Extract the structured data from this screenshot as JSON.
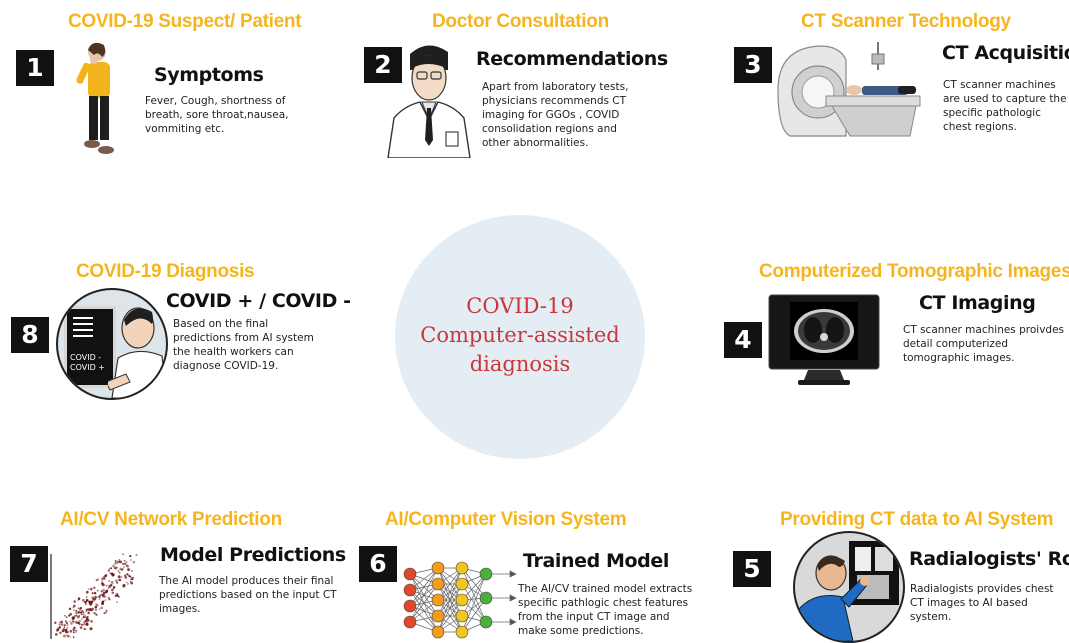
{
  "center": {
    "line1": "COVID-19",
    "line2": "Computer-assisted",
    "line3": "diagnosis"
  },
  "steps": [
    {
      "number": "1",
      "header": "COVID-19 Suspect/ Patient",
      "title": "Symptoms",
      "description": "Fever, Cough, shortness of breath, sore throat,nausea, vommiting etc."
    },
    {
      "number": "2",
      "header": "Doctor Consultation",
      "title": "Recommendations",
      "description": "Apart from laboratory tests, physicians recommends CT imaging for GGOs , COVID consolidation regions and other abnormalities."
    },
    {
      "number": "3",
      "header": "CT Scanner Technology",
      "title": "CT Acquisition",
      "description": "CT scanner machines are used to capture the specific pathologic chest regions."
    },
    {
      "number": "4",
      "header": "Computerized Tomographic Images",
      "title": "CT Imaging",
      "description": "CT scanner machines proivdes detail computerized tomographic images."
    },
    {
      "number": "5",
      "header": "Providing CT data to AI System",
      "title": "Radialogists' Role",
      "description": "Radialogists provides chest CT images to AI based system."
    },
    {
      "number": "6",
      "header": "AI/Computer Vision System",
      "title": "Trained Model",
      "description": "The AI/CV trained model extracts specific pathlogic chest features from the input CT image and make some predictions."
    },
    {
      "number": "7",
      "header": "AI/CV Network Prediction",
      "title": "Model Predictions",
      "description": "The AI model produces their final predictions based on the input CT images."
    },
    {
      "number": "8",
      "header": "COVID-19 Diagnosis",
      "title": "COVID + / COVID -",
      "description": "Based on the final predictions from AI system the health workers can diagnose COVID-19."
    }
  ],
  "monitor_labels": {
    "line1": "COVID -",
    "line2": "COVID +"
  },
  "colors": {
    "header": "#f6b51e",
    "center_text": "#c8373b",
    "center_circle": "#e5edf4",
    "net_red": "#e0482e",
    "net_orange": "#f39c1e",
    "net_yellow": "#f3c51e",
    "net_green": "#4caf3c"
  },
  "icons": {
    "step1": "coughing-woman-icon",
    "step2": "doctor-icon",
    "step3": "ct-scanner-icon",
    "step4": "ct-monitor-icon",
    "step5": "radiologist-icon",
    "step6": "neural-network-icon",
    "step7": "scatter-plot-icon",
    "step8": "health-worker-monitor-icon"
  }
}
